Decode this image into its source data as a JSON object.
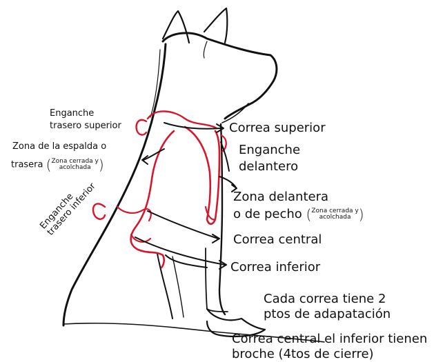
{
  "labels": {
    "enganche_trasero_superior_1": "Enganche",
    "enganche_trasero_superior_2": "trasero superior",
    "zona_espalda_1": "Zona de la espalda o",
    "zona_espalda_2": "trasera",
    "zona_espalda_note_1": "Zona cerrada y",
    "zona_espalda_note_2": "acolchada",
    "enganche_trasero_inferior_1": "Enganche",
    "enganche_trasero_inferior_2": "trasero inferior",
    "correa_superior": "Correa superior",
    "enganche_delantero_1": "Enganche",
    "enganche_delantero_2": "delantero",
    "zona_delantera_1": "Zona delantera",
    "zona_delantera_2": "o de pecho",
    "zona_delantera_note_1": "Zona cerrada y",
    "zona_delantera_note_2": "acolchada",
    "correa_central": "Correa central",
    "correa_inferior": "Correa inferior",
    "cada_correa_1": "Cada correa tiene 2",
    "cada_correa_2": "ptos de adapatación",
    "broche_1": "Correa central el inferior tienen",
    "broche_2": "broche (4tos de cierre)"
  },
  "colors": {
    "outline": "#111111",
    "harness": "#d8152a"
  }
}
